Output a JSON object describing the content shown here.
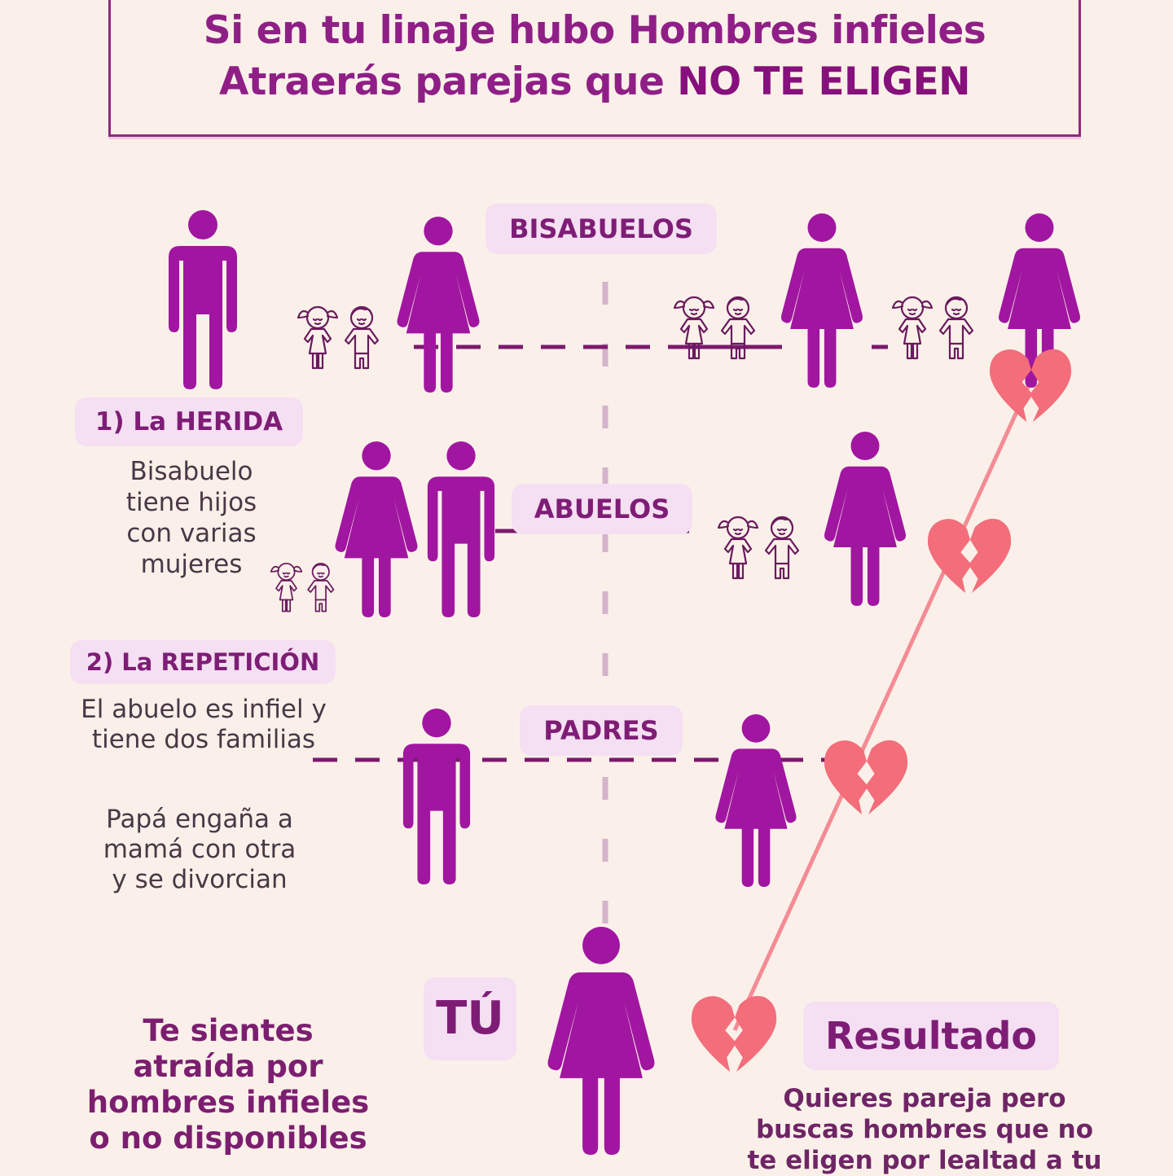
{
  "header": {
    "title_line1": "Si en tu linaje hubo Hombres infieles",
    "title_line2_normal": "Atraerás  parejas que ",
    "title_line2_strong": "NO TE ELIGEN"
  },
  "generations": {
    "bisabuelos": "BISABUELOS",
    "abuelos": "ABUELOS",
    "padres": "PADRES",
    "tu": "TÚ"
  },
  "steps": {
    "herida": {
      "label": "1) La HERIDA",
      "text_lines": [
        "Bisabuelo",
        "tiene hijos",
        "con varias",
        "mujeres"
      ]
    },
    "repeticion": {
      "label": "2) La REPETICIÓN",
      "text_lines": [
        "El abuelo es infiel y",
        "tiene dos familias"
      ]
    },
    "padres_text": {
      "text_lines": [
        "Papá engaña a",
        "mamá con otra",
        "y se divorcian"
      ]
    }
  },
  "tu_text": {
    "lines": [
      "Te sientes",
      "atraída por",
      "hombres infieles",
      "o no disponibles"
    ]
  },
  "resultado": {
    "label": "Resultado",
    "lines": [
      "Quieres pareja pero",
      "buscas hombres que no",
      "te eligen por lealtad a tu"
    ]
  },
  "icons": {
    "man": "man-figure-icon",
    "woman": "woman-figure-icon",
    "children": "children-pair-icon",
    "broken_heart": "broken-heart-icon"
  },
  "colors": {
    "background": "#faf0e9",
    "figure_purple": "#a116a0",
    "title_purple": "#8f1f86",
    "label_bg": "#f5dff3",
    "heart_coral": "#f36d7a",
    "body_text": "#4a3746"
  }
}
